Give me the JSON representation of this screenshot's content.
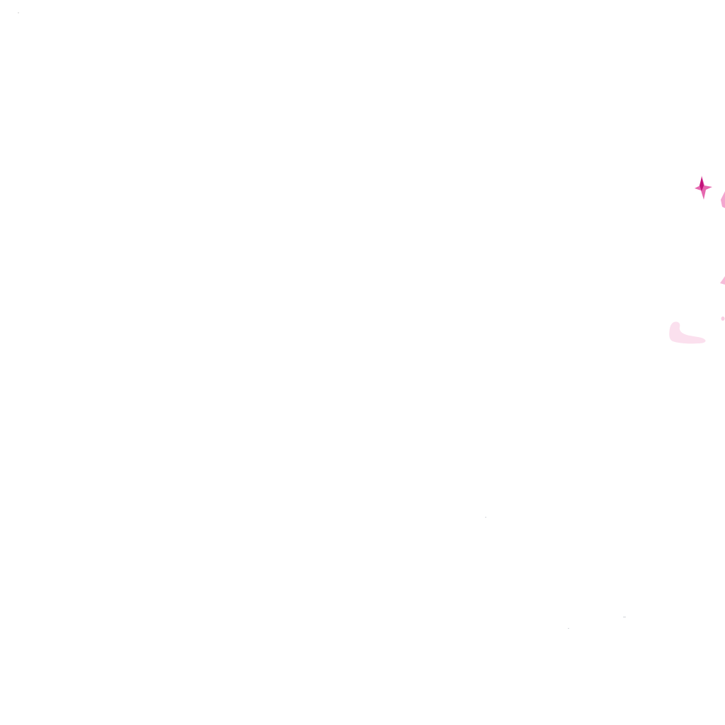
{
  "canvas": {
    "background": "#ffffff"
  },
  "marks": [
    {
      "name": "magenta-petal-icon",
      "color": "#d81b8a"
    },
    {
      "name": "pink-edge-shape",
      "color": "#f3a6cf"
    },
    {
      "name": "pink-edge-fragment",
      "color": "#f6bcd9"
    },
    {
      "name": "pale-pink-blob",
      "color": "#fbe0ee"
    }
  ]
}
